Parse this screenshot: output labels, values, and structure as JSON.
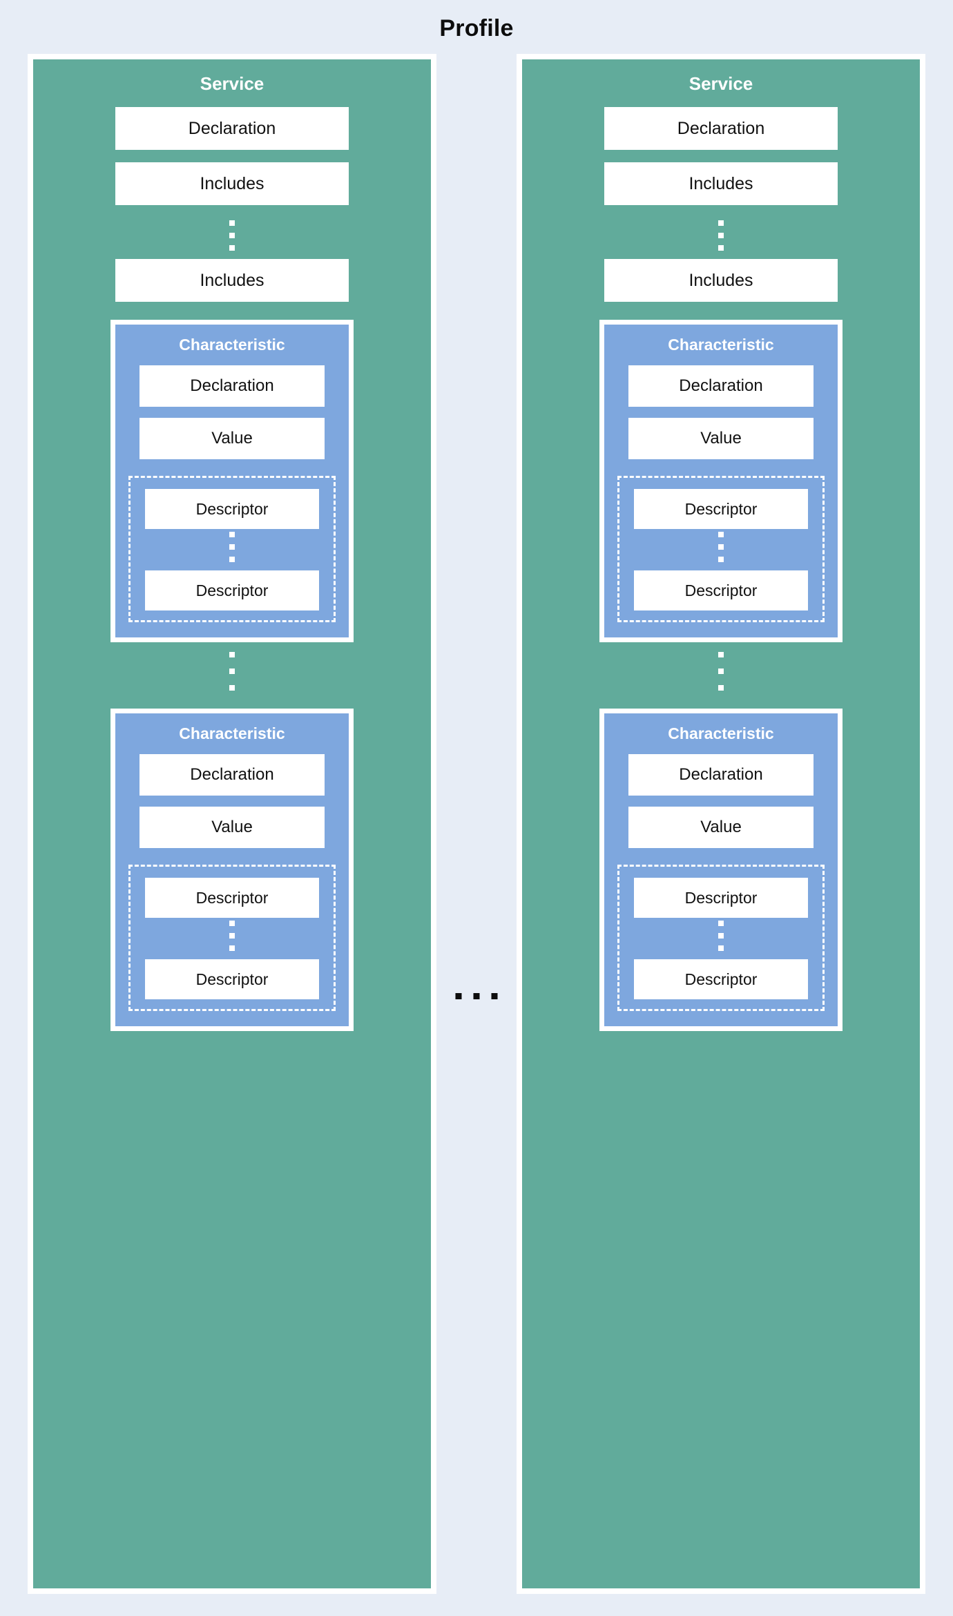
{
  "diagram": {
    "title": "Profile",
    "colors": {
      "background": "#e7edf6",
      "service_fill": "#61ab9b",
      "characteristic_fill": "#7ea7de",
      "leaf_fill": "#ffffff",
      "border": "#ffffff",
      "text_dark": "#111111",
      "text_light": "#ffffff"
    },
    "ellipsis_between_services": "...",
    "services": [
      {
        "title": "Service",
        "declaration_label": "Declaration",
        "includes_first_label": "Includes",
        "includes_last_label": "Includes",
        "includes_ellipsis": "vertical-dots",
        "characteristics": [
          {
            "title": "Characteristic",
            "declaration_label": "Declaration",
            "value_label": "Value",
            "descriptor_first_label": "Descriptor",
            "descriptor_last_label": "Descriptor",
            "descriptor_ellipsis": "vertical-dots"
          },
          {
            "title": "Characteristic",
            "declaration_label": "Declaration",
            "value_label": "Value",
            "descriptor_first_label": "Descriptor",
            "descriptor_last_label": "Descriptor",
            "descriptor_ellipsis": "vertical-dots"
          }
        ],
        "characteristic_ellipsis": "vertical-dots"
      },
      {
        "title": "Service",
        "declaration_label": "Declaration",
        "includes_first_label": "Includes",
        "includes_last_label": "Includes",
        "includes_ellipsis": "vertical-dots",
        "characteristics": [
          {
            "title": "Characteristic",
            "declaration_label": "Declaration",
            "value_label": "Value",
            "descriptor_first_label": "Descriptor",
            "descriptor_last_label": "Descriptor",
            "descriptor_ellipsis": "vertical-dots"
          },
          {
            "title": "Characteristic",
            "declaration_label": "Declaration",
            "value_label": "Value",
            "descriptor_first_label": "Descriptor",
            "descriptor_last_label": "Descriptor",
            "descriptor_ellipsis": "vertical-dots"
          }
        ],
        "characteristic_ellipsis": "vertical-dots"
      }
    ]
  }
}
